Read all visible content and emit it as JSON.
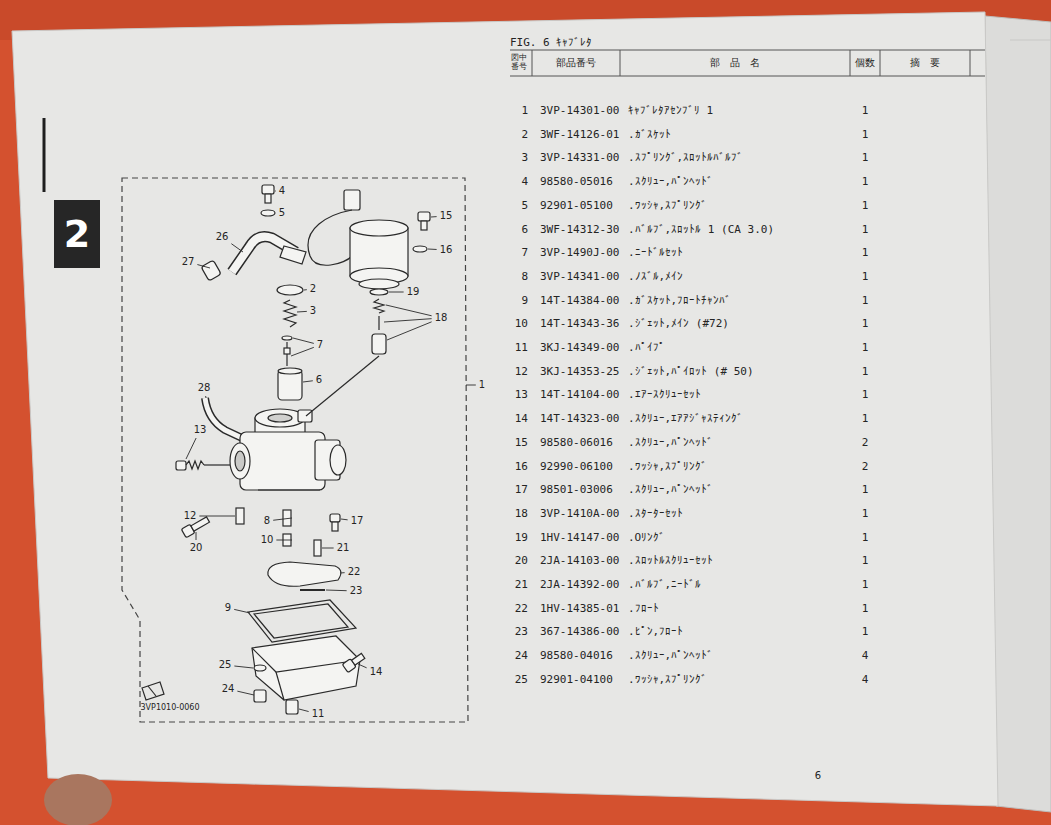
{
  "diagram": {
    "title": "FIG. 6 ｷｬﾌﾞﾚﾀ",
    "nodes": [
      {
        "text": [
          "2"
        ]
      }
    ],
    "labels": [
      "4",
      "5",
      "15",
      "16",
      "26",
      "27",
      "2",
      "3",
      "19",
      "18",
      "7",
      "6",
      "1",
      "28",
      "13",
      "12",
      "8",
      "10",
      "17",
      "20",
      "21",
      "22",
      "23",
      "9",
      "14",
      "25",
      "24",
      "11",
      "3VP1010-0060",
      "図中番号",
      "部品番号",
      "部　品　名",
      "個数",
      "摘　要",
      "1",
      "3VP-14301-00",
      "ｷｬﾌﾞﾚﾀｱｾﾝﾌﾞﾘ 1",
      "1",
      "2",
      "3WF-14126-01",
      ".ｶﾞｽｹｯﾄ",
      "1",
      "3",
      "3VP-14331-00",
      ".ｽﾌﾟﾘﾝｸﾞ,ｽﾛｯﾄﾙﾊﾞﾙﾌﾞ",
      "1",
      "4",
      "98580-05016",
      ".ｽｸﾘｭｰ,ﾊﾟﾝﾍｯﾄﾞ",
      "1",
      "5",
      "92901-05100",
      ".ﾜｯｼｬ,ｽﾌﾟﾘﾝｸﾞ",
      "1",
      "6",
      "3WF-14312-30",
      ".ﾊﾞﾙﾌﾞ,ｽﾛｯﾄﾙ 1 (CA 3.0)",
      "1",
      "7",
      "3VP-1490J-00",
      ".ﾆｰﾄﾞﾙｾｯﾄ",
      "1",
      "8",
      "3VP-14341-00",
      ".ﾉｽﾞﾙ,ﾒｲﾝ",
      "1",
      "9",
      "14T-14384-00",
      ".ｶﾞｽｹｯﾄ,ﾌﾛｰﾄﾁｬﾝﾊﾞ",
      "1",
      "10",
      "14T-14343-36",
      ".ｼﾞｪｯﾄ,ﾒｲﾝ (#72)",
      "1",
      "11",
      "3KJ-14349-00",
      ".ﾊﾟｲﾌﾟ",
      "1",
      "12",
      "3KJ-14353-25",
      ".ｼﾞｪｯﾄ,ﾊﾟｲﾛｯﾄ (# 50)",
      "1",
      "13",
      "14T-14104-00",
      ".ｴｱｰｽｸﾘｭｰｾｯﾄ",
      "1",
      "14",
      "14T-14323-00",
      ".ｽｸﾘｭｰ,ｴｱｱｼﾞｬｽﾃｨﾝｸﾞ",
      "1",
      "15",
      "98580-06016",
      ".ｽｸﾘｭｰ,ﾊﾟﾝﾍｯﾄﾞ",
      "2",
      "16",
      "92990-06100",
      ".ﾜｯｼｬ,ｽﾌﾟﾘﾝｸﾞ",
      "2",
      "17",
      "98501-03006",
      ".ｽｸﾘｭｰ,ﾊﾟﾝﾍｯﾄﾞ",
      "1",
      "18",
      "3VP-1410A-00",
      ".ｽﾀｰﾀｰｾｯﾄ",
      "1",
      "19",
      "1HV-14147-00",
      ".Oﾘﾝｸﾞ",
      "1",
      "20",
      "2JA-14103-00",
      ".ｽﾛｯﾄﾙｽｸﾘｭｰｾｯﾄ",
      "1",
      "21",
      "2JA-14392-00",
      ".ﾊﾞﾙﾌﾞ,ﾆｰﾄﾞﾙ",
      "1",
      "22",
      "1HV-14385-01",
      ".ﾌﾛｰﾄ",
      "1",
      "23",
      "367-14386-00",
      ".ﾋﾟﾝ,ﾌﾛｰﾄ",
      "1",
      "24",
      "98580-04016",
      ".ｽｸﾘｭｰ,ﾊﾟﾝﾍｯﾄﾞ",
      "4",
      "25",
      "92901-04100",
      ".ﾜｯｼｬ,ｽﾌﾟﾘﾝｸﾞ",
      "4",
      "6"
    ]
  }
}
